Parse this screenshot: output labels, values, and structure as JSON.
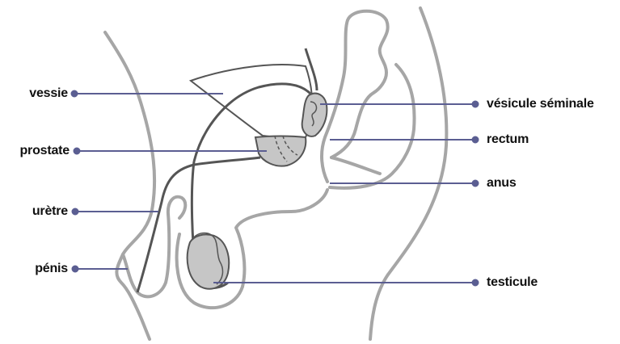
{
  "labels": {
    "vessie": "vessie",
    "prostate": "prostate",
    "uretre": "urètre",
    "penis": "pénis",
    "vesicule": "vésicule séminale",
    "rectum": "rectum",
    "anus": "anus",
    "testicule": "testicule"
  },
  "colors": {
    "outline": "#a6a6a6",
    "organ_fill": "#c6c6c6",
    "organ_stroke": "#555555",
    "leader": "#5b5e92"
  }
}
